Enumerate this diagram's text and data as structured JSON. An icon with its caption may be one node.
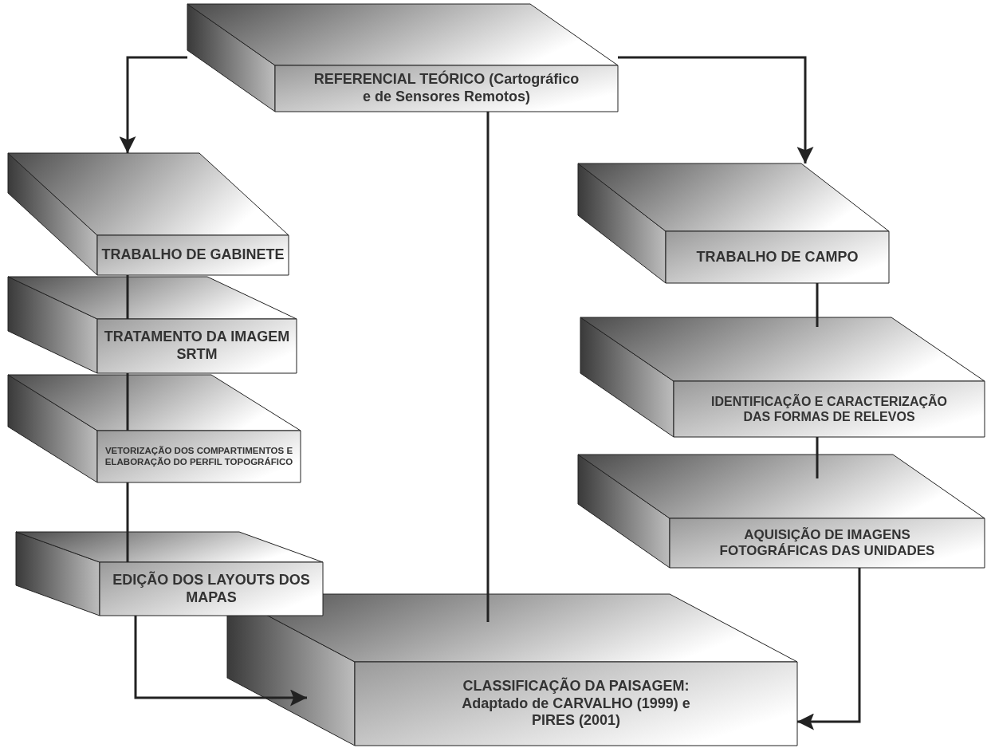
{
  "diagram": {
    "nodes": [
      {
        "text": [
          "REFERENCIAL TEÓRICO (Cartográfico e de Sensores Remotos)"
        ]
      },
      {
        "text": [
          "TRABALHO DE GABINETE"
        ]
      },
      {
        "text": [
          "TRATAMENTO DA IMAGEM SRTM"
        ]
      },
      {
        "text": [
          "VETORIZAÇÃO DOS COMPARTIMENTOS E ELABORAÇÃO DO PERFIL TOPOGRÁFICO"
        ]
      },
      {
        "text": [
          "EDIÇÃO DOS LAYOUTS DOS MAPAS"
        ]
      },
      {
        "text": [
          "TRABALHO DE CAMPO"
        ]
      },
      {
        "text": [
          "IDENTIFICAÇÃO E CARACTERIZAÇÃO DAS FORMAS DE RELEVOS"
        ]
      },
      {
        "text": [
          "AQUISIÇÃO DE IMAGENS FOTOGRÁFICAS DAS UNIDADES"
        ]
      },
      {
        "text": [
          "CLASSIFICAÇÃO DA PAISAGEM: Adaptado de CARVALHO (1999) e PIRES (2001)"
        ]
      }
    ],
    "edges": [
      {
        "from": 0,
        "to": 1,
        "arrow": "to"
      },
      {
        "from": 0,
        "to": 5,
        "arrow": "to"
      },
      {
        "from": 1,
        "to": 2,
        "arrow": "none"
      },
      {
        "from": 2,
        "to": 3,
        "arrow": "none"
      },
      {
        "from": 3,
        "to": 4,
        "arrow": "none"
      },
      {
        "from": 5,
        "to": 6,
        "arrow": "none"
      },
      {
        "from": 6,
        "to": 7,
        "arrow": "none"
      },
      {
        "from": 0,
        "to": 8,
        "arrow": "none"
      },
      {
        "from": 4,
        "to": 8,
        "arrow": "to"
      },
      {
        "from": 7,
        "to": 8,
        "arrow": "to"
      }
    ]
  }
}
